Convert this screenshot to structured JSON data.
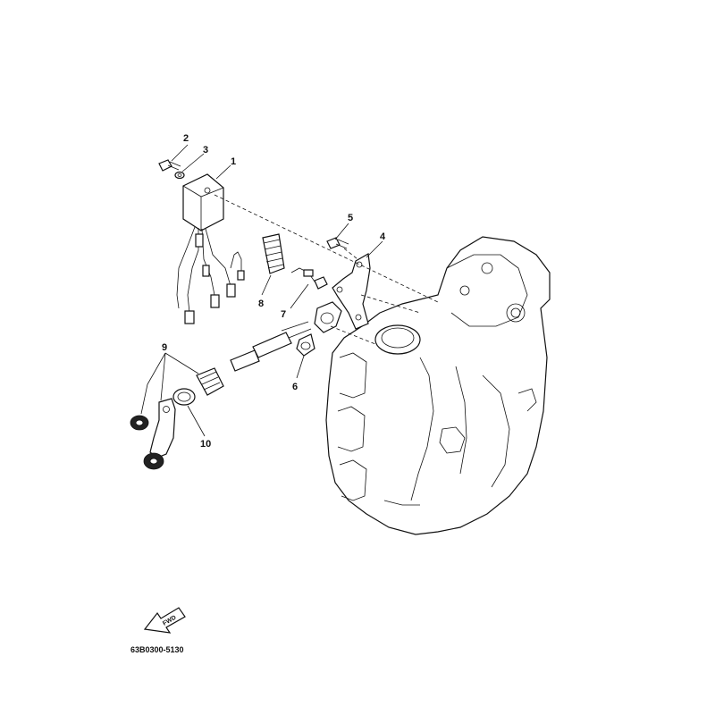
{
  "diagram": {
    "part_numbers": [
      "1",
      "2",
      "3",
      "4",
      "5",
      "6",
      "7",
      "8",
      "9",
      "10"
    ],
    "direction_label": "FWD",
    "drawing_code": "63B0300-5130"
  }
}
